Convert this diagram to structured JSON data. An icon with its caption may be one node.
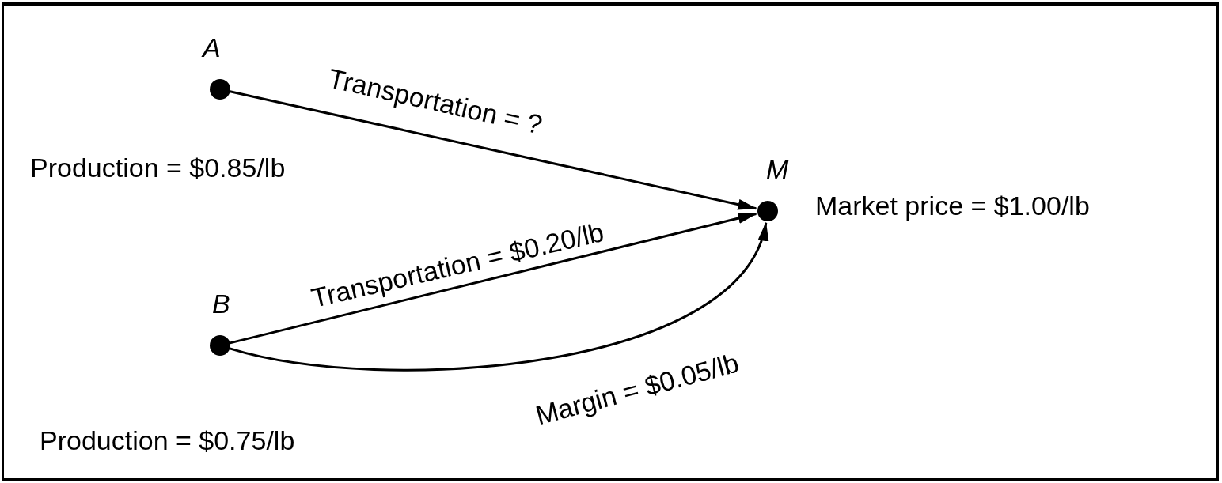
{
  "diagram": {
    "nodes": [
      {
        "text": [
          "A"
        ]
      },
      {
        "text": [
          "M"
        ],
        "beside": [
          "Market price = $1.00/lb"
        ]
      },
      {
        "text": [
          "B"
        ]
      }
    ],
    "edges": [
      {
        "from": 0,
        "to": 1,
        "arrow": "to",
        "label": "Transportation = ?"
      },
      {
        "from": 2,
        "to": 1,
        "arrow": "to",
        "label": "Transportation = $0.20/lb"
      },
      {
        "from": 2,
        "to": 1,
        "arrow": "to",
        "label": "Margin = $0.05/lb"
      }
    ],
    "labels": [
      "Production = $0.85/lb",
      "Production = $0.75/lb"
    ]
  }
}
